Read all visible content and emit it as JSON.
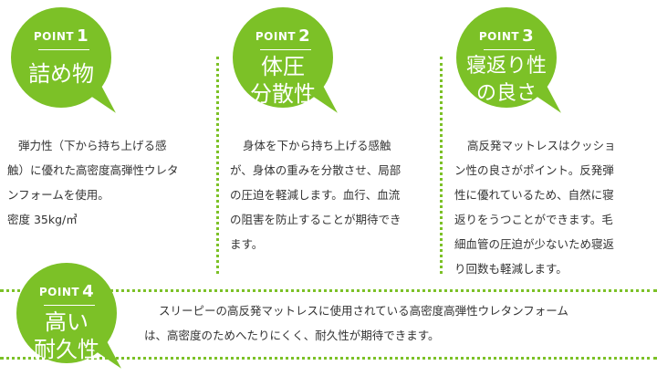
{
  "points": [
    {
      "label": "POINT",
      "number": "1",
      "title_lines": [
        "詰め物"
      ],
      "body_lines": [
        "弾力性（下から持ち上げる感",
        "触）に優れた高密度高弾性ウレタ",
        "ンフォームを使用。",
        "密度 35kg/㎥"
      ]
    },
    {
      "label": "POINT",
      "number": "2",
      "title_lines": [
        "体圧",
        "分散性"
      ],
      "body_lines": [
        "身体を下から持ち上げる感触",
        "が、身体の重みを分散させ、局部",
        "の圧迫を軽減します。血行、血流",
        "の阻害を防止することが期待でき",
        "ます。"
      ]
    },
    {
      "label": "POINT",
      "number": "3",
      "title_lines": [
        "寝返り性",
        "の良さ"
      ],
      "body_lines": [
        "高反発マットレスはクッショ",
        "ン性の良さがポイント。反発弾",
        "性に優れているため、自然に寝",
        "返りをうつことができます。毛",
        "細血管の圧迫が少ないため寝返",
        "り回数も軽減します。"
      ]
    },
    {
      "label": "POINT",
      "number": "4",
      "title_lines": [
        "高い",
        "耐久性"
      ],
      "body_lines": [
        "スリーピーの高反発マットレスに使用されている高密度高弾性ウレタンフォーム",
        "は、高密度のためへたりにくく、耐久性が期待できます。"
      ]
    }
  ],
  "colors": {
    "accent": "#7cc127",
    "text": "#333333",
    "badge_text": "#ffffff"
  }
}
